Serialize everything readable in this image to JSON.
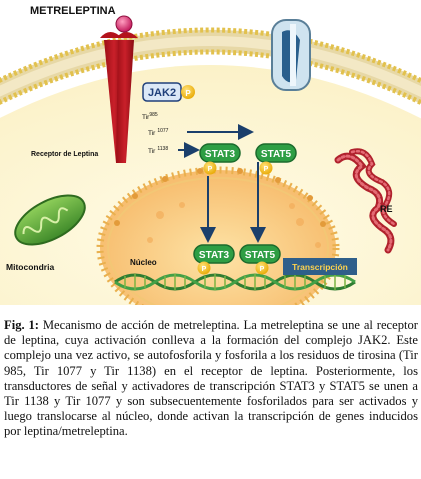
{
  "diagram": {
    "ligand_label": "METRELEPTINA",
    "jak_label": "JAK2",
    "phospho_label": "P",
    "receptor_label": "Receptor de Leptina",
    "tyrosines": [
      {
        "label": "Tir",
        "sup": "985"
      },
      {
        "label": "Tir",
        "sup": "1077"
      },
      {
        "label": "Tir",
        "sup": "1138"
      }
    ],
    "stat3_label": "STAT3",
    "stat5_label": "STAT5",
    "mitochondria_label": "Mitocondria",
    "nucleus_label": "Núcleo",
    "er_label": "RE",
    "transcription_label": "Transcripción"
  },
  "caption": {
    "lead": "Fig. 1:",
    "text": " Mecanismo de acción de metreleptina. La metreleptina se une al receptor de leptina, cuya activación conlleva a la formación del complejo JAK2. Este complejo una vez activo, se autofosforila y fosforila a los residuos de tirosina (Tir 985,  Tir 1077 y Tir 1138) en el receptor de leptina. Posteriormente, los transductores de señal y activadores de transcripción STAT3 y STAT5 se unen a Tir 1138 y Tir 1077 y son subsecuentemente fosforilados para ser activados y luego translocarse al núcleo, donde activan la transcripción de genes inducidos por leptina/metreleptina."
  }
}
